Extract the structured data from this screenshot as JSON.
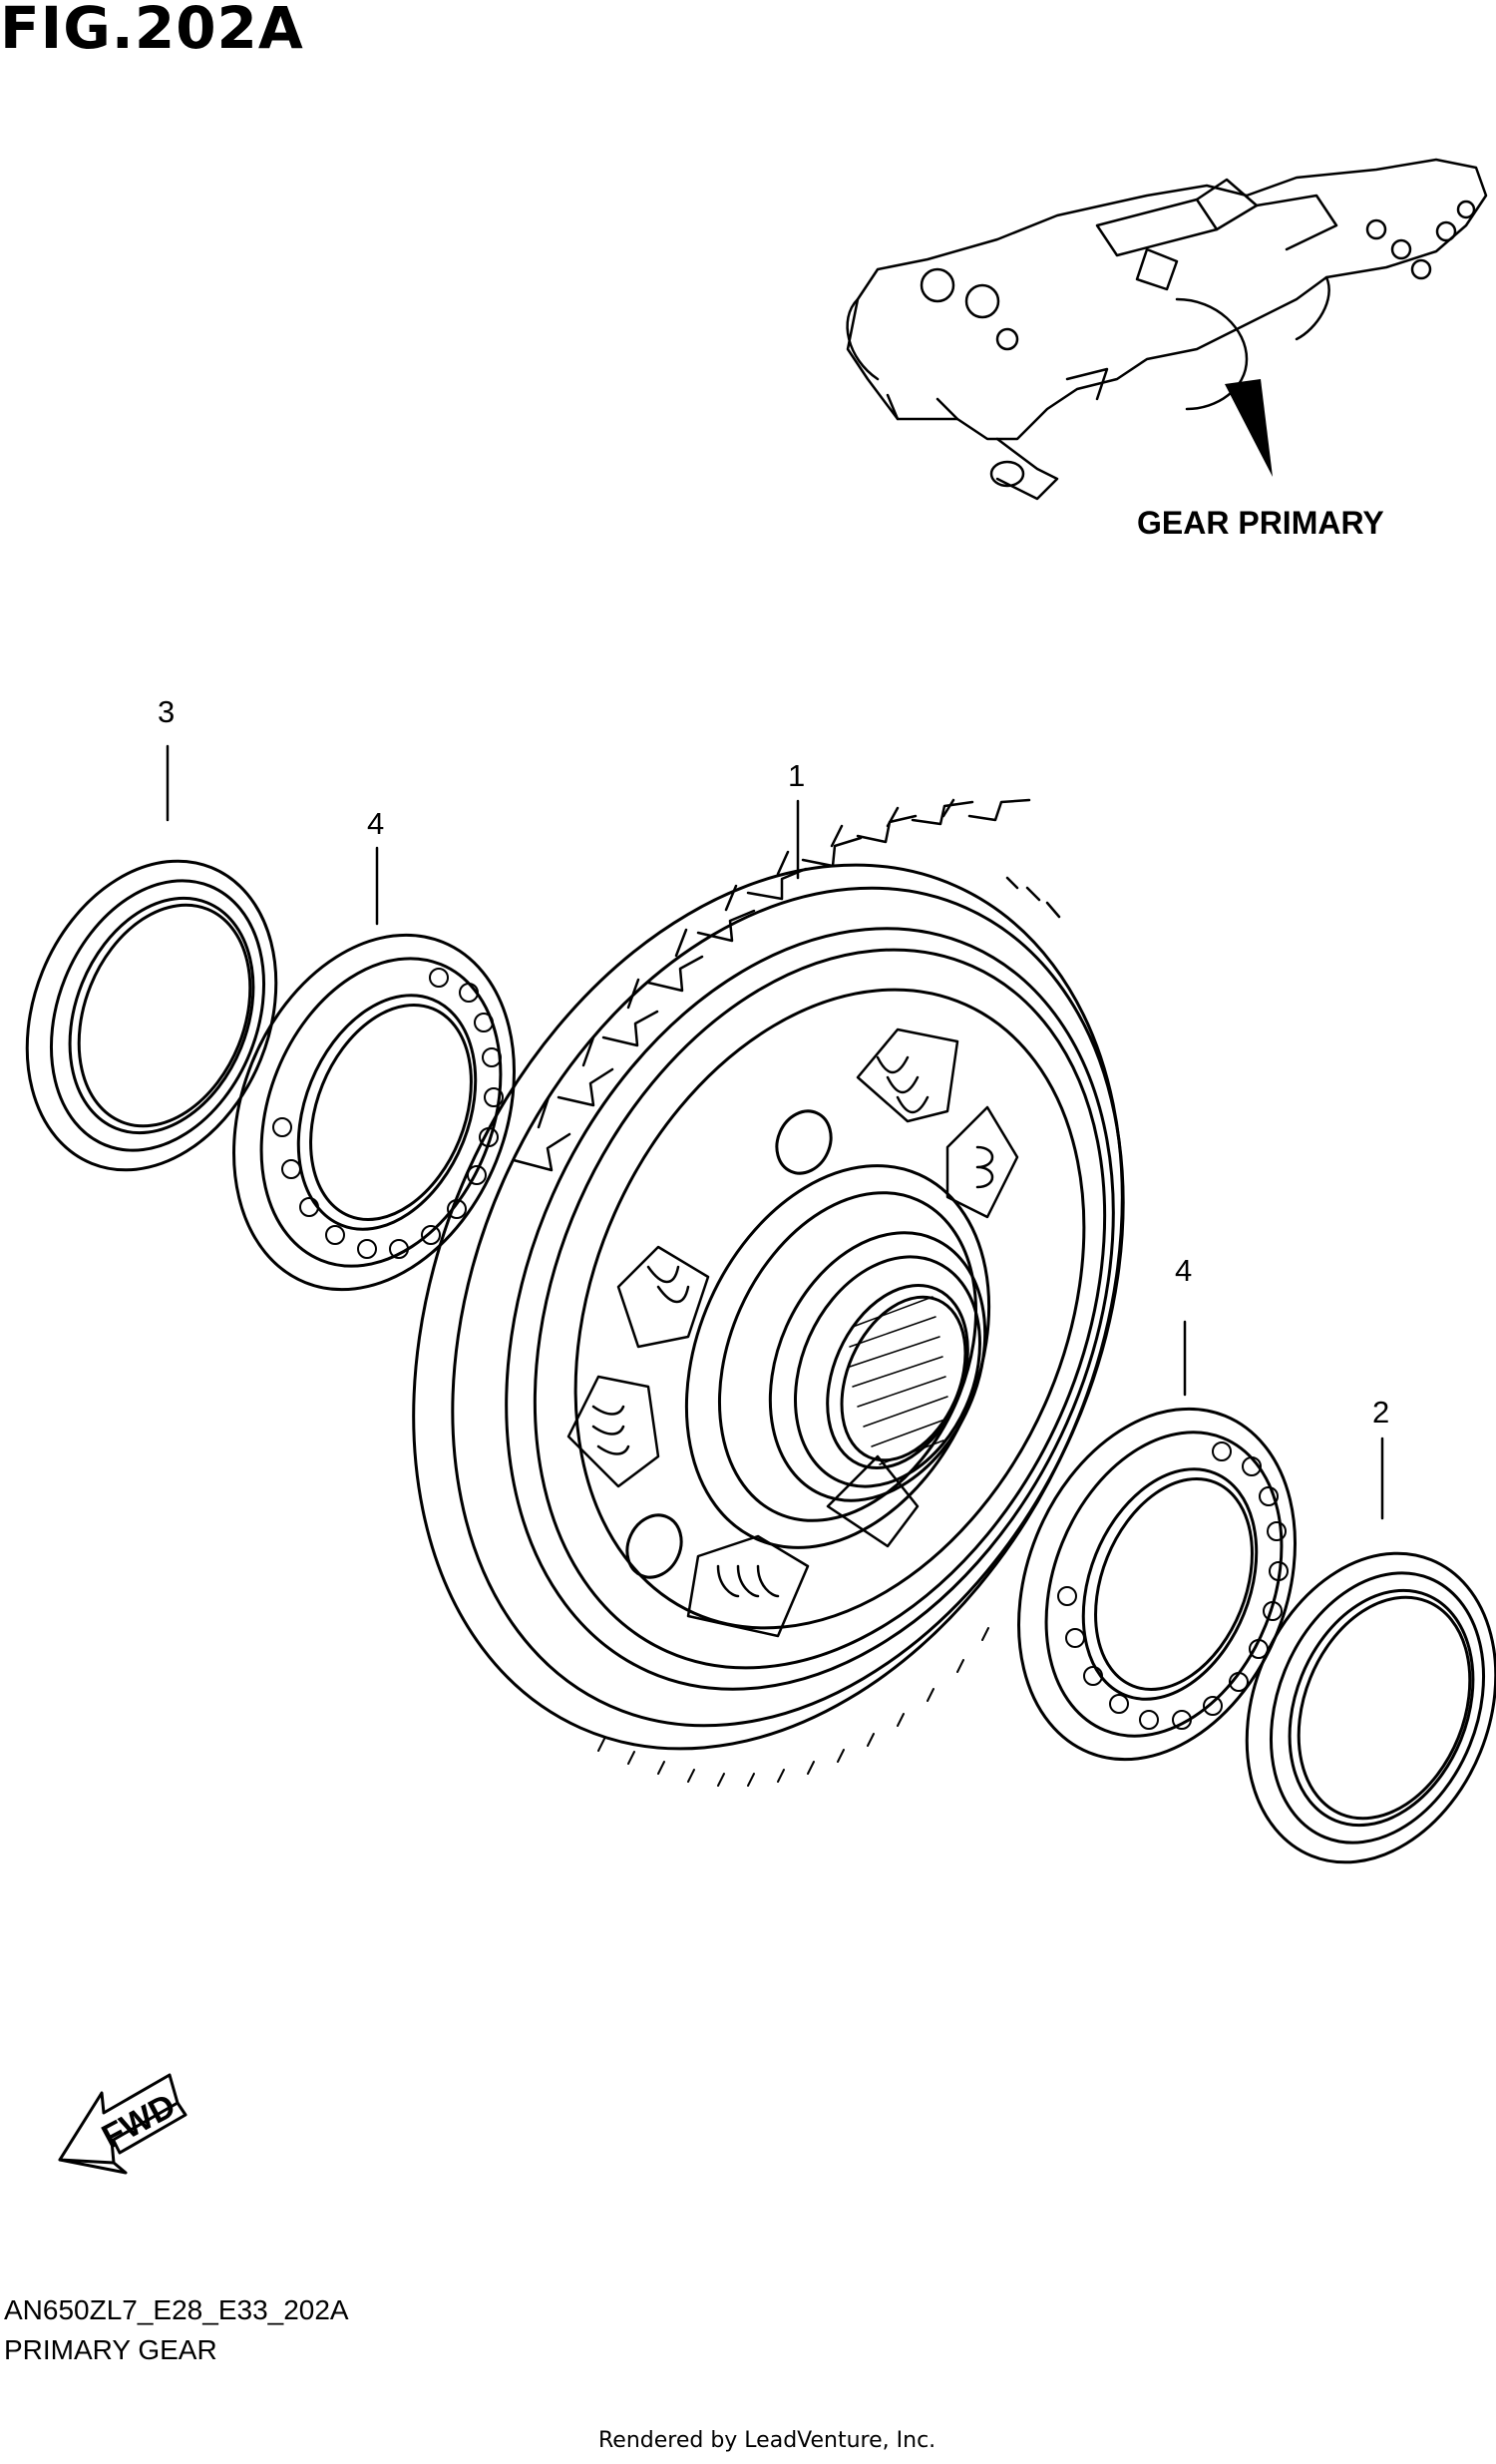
{
  "figure": {
    "title": "FIG.202A"
  },
  "locator": {
    "label": "GEAR PRIMARY"
  },
  "callouts": [
    "1",
    "2",
    "3",
    "4",
    "4"
  ],
  "fwd": {
    "label": "FWD"
  },
  "footer": {
    "model_code": "AN650ZL7_E28_E33_202A",
    "subtitle": "PRIMARY GEAR",
    "rendered_by": "Rendered by LeadVenture, Inc."
  }
}
